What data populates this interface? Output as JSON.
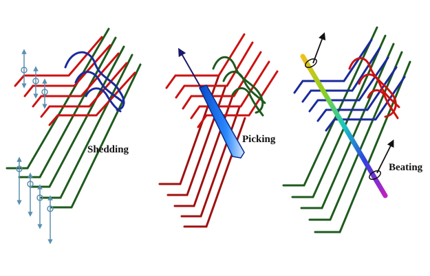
{
  "labels": {
    "shedding": "Shedding",
    "picking": "Picking",
    "beating": "Beating"
  },
  "colors": {
    "red_yarn": "#cc1111",
    "dark_red_yarn": "#a01010",
    "green_yarn": "#1e5a1e",
    "blue_yarn": "#1a2a9a",
    "heddle_arrow": "#5a8fb0",
    "pick_arrow": "#1a1a6a",
    "shuttle_fill": "#1f6fe0",
    "background": "#ffffff"
  },
  "icons": {
    "heddle": "double-headed-arrow",
    "shuttle": "shuttle-shape",
    "reed": "rainbow-reed-bar"
  }
}
